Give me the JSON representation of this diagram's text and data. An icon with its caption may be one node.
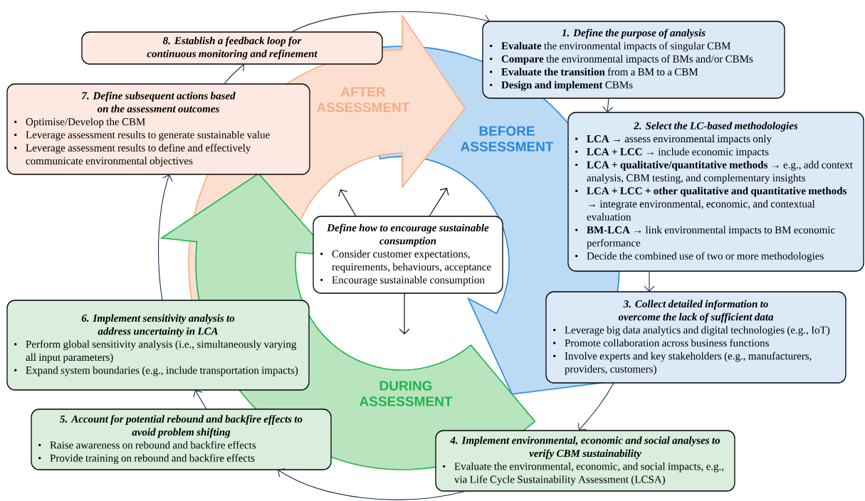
{
  "diagram": {
    "nodes": [
      {
        "text": [
          "8. Establish a feedback loop for continuous monitoring and refinement"
        ]
      },
      {
        "text": [
          "7. Define subsequent actions based on the assessment outcomes",
          "Optimise/Develop the CBM",
          "Leverage assessment results to generate sustainable value",
          "Leverage assessment results to define and effectively communicate environmental objectives"
        ]
      },
      {
        "text": [
          "AFTER ASSESSMENT"
        ]
      },
      {
        "text": [
          "1. Define the purpose of analysis",
          "**Evaluate** the environmental impacts of singular CBM",
          "**Compare** the environmental impacts of BMs and/or CBMs",
          "**Evaluate the transition** from a BM to a CBM",
          "**Design and implement** CBMs"
        ]
      },
      {
        "text": [
          "BEFORE ASSESSMENT"
        ]
      },
      {
        "text": [
          "2. Select the LC-based methodologies",
          "**LCA** → assess environmental impacts only",
          "**LCA + LCC** → include economic impacts",
          "**LCA + qualitative/quantitative methods** → e.g., add context analysis, CBM testing, and complementary insights",
          "**LCA + LCC + other qualitative and quantitative methods** → integrate environmental, economic, and contextual evaluation",
          "**BM-LCA** → link environmental impacts to BM economic performance",
          "Decide the combined use of two or more methodologies"
        ]
      },
      {
        "text": [
          "Define how to encourage sustainable consumption",
          "Consider customer expectations, requirements, behaviours, acceptance",
          "Encourage sustainable consumption"
        ]
      },
      {
        "text": [
          "3. Collect detailed information to overcome the lack of sufficient data",
          "Leverage big data analytics and digital technologies (e.g., IoT)",
          "Promote collaboration across business functions",
          "Involve experts and key stakeholders (e.g., manufacturers, providers, customers)"
        ]
      },
      {
        "text": [
          "6. Implement sensitivity analysis to address uncertainty in LCA",
          "Perform global sensitivity analysis (i.e., simultaneously varying all input parameters)",
          "Expand system boundaries (e.g., include transportation impacts)"
        ]
      },
      {
        "text": [
          "DURING ASSESSMENT"
        ]
      },
      {
        "text": [
          "5. Account for potential rebound and backfire effects to avoid problem shifting",
          "Raise awareness on rebound and backfire effects",
          "Provide training on rebound and backfire effects"
        ]
      },
      {
        "text": [
          "4. Implement environmental, economic and social analyses to verify CBM sustainability",
          "Evaluate the environmental, economic, and social impacts, e.g., via Life Cycle Sustainability Assessment (LCSA)"
        ]
      }
    ],
    "edges": [
      {
        "from": 3,
        "to": 5,
        "arrow": "to"
      },
      {
        "from": 5,
        "to": 7,
        "arrow": "to"
      },
      {
        "from": 7,
        "to": 11,
        "arrow": "to"
      },
      {
        "from": 11,
        "to": 10,
        "arrow": "to"
      },
      {
        "from": 10,
        "to": 8,
        "arrow": "to"
      },
      {
        "from": 8,
        "to": 1,
        "arrow": "to"
      },
      {
        "from": 1,
        "to": 0,
        "arrow": "to"
      },
      {
        "from": 0,
        "to": 3,
        "arrow": "to"
      },
      {
        "from": 6,
        "to": null,
        "arrow": "to",
        "color": "#000000"
      },
      {
        "from": 6,
        "to": null,
        "arrow": "to",
        "color": "#000000"
      },
      {
        "from": 6,
        "to": null,
        "arrow": "to",
        "color": "#000000"
      }
    ]
  }
}
